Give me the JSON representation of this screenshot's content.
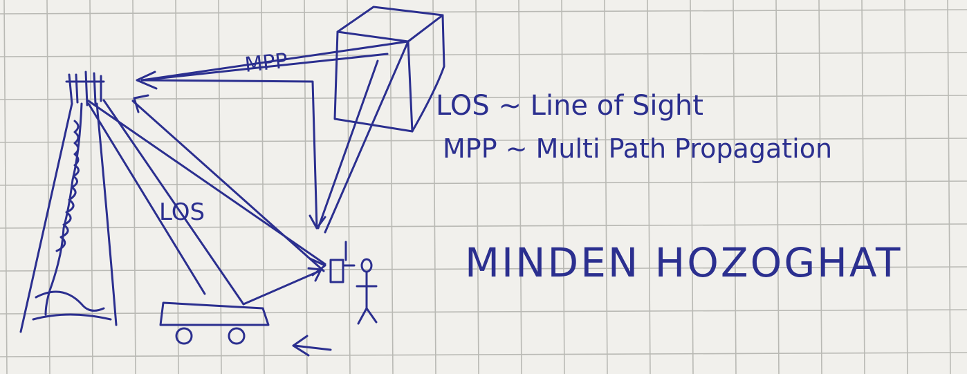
{
  "colors": {
    "paper": "#f1f0ec",
    "grid": "#b9b9b4",
    "ink": "#2b2f8f"
  },
  "labels": {
    "mpp_arrow": "MPP",
    "los_arrow": "LOS",
    "legend_los": "LOS ~ Line of Sight",
    "legend_mpp": "MPP ~ Multi Path Propagation",
    "title": "MINDEN HOZOGHAT"
  },
  "icons": {
    "tower": "tower-antenna-icon",
    "building": "building-cube-icon",
    "car": "car-icon",
    "person": "person-icon",
    "receiver": "receiver-device-icon"
  }
}
